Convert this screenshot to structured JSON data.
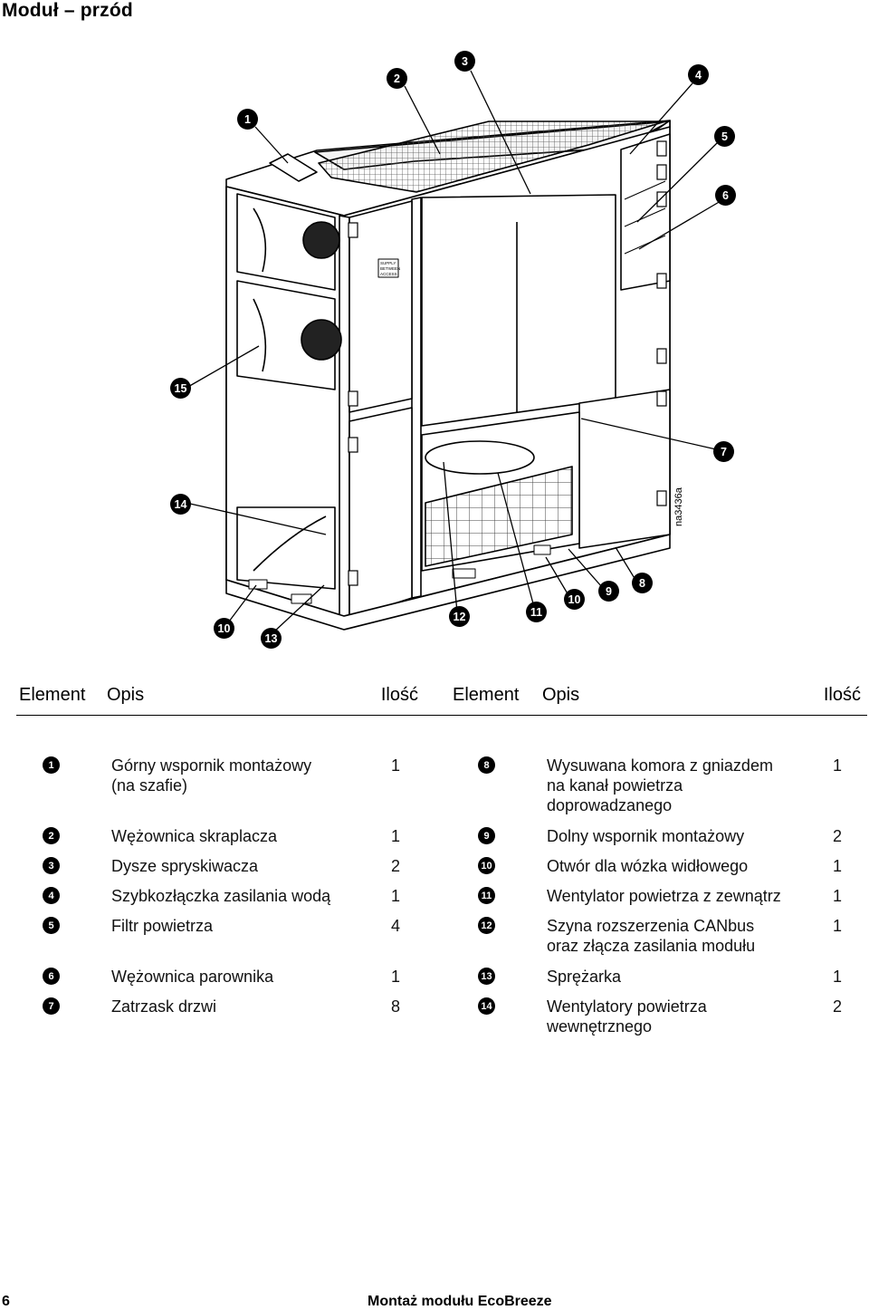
{
  "page": {
    "title": "Moduł – przód",
    "drawing_id": "na3436a",
    "footer_page_number": "6",
    "footer_title": "Montaż modułu EcoBreeze"
  },
  "figure": {
    "panel_label": "SUPPLY BETWEEN ACCESS",
    "callouts": [
      "1",
      "2",
      "3",
      "4",
      "5",
      "6",
      "7",
      "8",
      "9",
      "10",
      "11",
      "12",
      "13",
      "14",
      "15"
    ]
  },
  "table": {
    "headers": {
      "element": "Element",
      "description": "Opis",
      "quantity": "Ilość"
    },
    "left_rows": [
      {
        "num": "1",
        "desc": [
          "Górny wspornik montażowy",
          "(na szafie)"
        ],
        "qty": "1"
      },
      {
        "num": "2",
        "desc": [
          "Wężownica skraplacza"
        ],
        "qty": "1"
      },
      {
        "num": "3",
        "desc": [
          "Dysze spryskiwacza"
        ],
        "qty": "2"
      },
      {
        "num": "4",
        "desc": [
          "Szybkozłączka zasilania wodą"
        ],
        "qty": "1"
      },
      {
        "num": "5",
        "desc": [
          "Filtr powietrza"
        ],
        "qty": "4"
      },
      {
        "num": "6",
        "desc": [
          "Wężownica parownika"
        ],
        "qty": "1"
      },
      {
        "num": "7",
        "desc": [
          "Zatrzask drzwi"
        ],
        "qty": "8"
      }
    ],
    "right_rows": [
      {
        "num": "8",
        "desc": [
          "Wysuwana komora z gniazdem",
          "na kanał powietrza",
          "doprowadzanego"
        ],
        "qty": "1"
      },
      {
        "num": "9",
        "desc": [
          "Dolny wspornik montażowy"
        ],
        "qty": "2"
      },
      {
        "num": "10",
        "desc": [
          "Otwór dla wózka widłowego"
        ],
        "qty": "1"
      },
      {
        "num": "11",
        "desc": [
          "Wentylator powietrza z zewnątrz"
        ],
        "qty": "1"
      },
      {
        "num": "12",
        "desc": [
          "Szyna rozszerzenia CANbus",
          "oraz złącza zasilania modułu"
        ],
        "qty": "1"
      },
      {
        "num": "13",
        "desc": [
          "Sprężarka"
        ],
        "qty": "1"
      },
      {
        "num": "14",
        "desc": [
          "Wentylatory powietrza",
          "wewnętrznego"
        ],
        "qty": "2"
      }
    ]
  }
}
